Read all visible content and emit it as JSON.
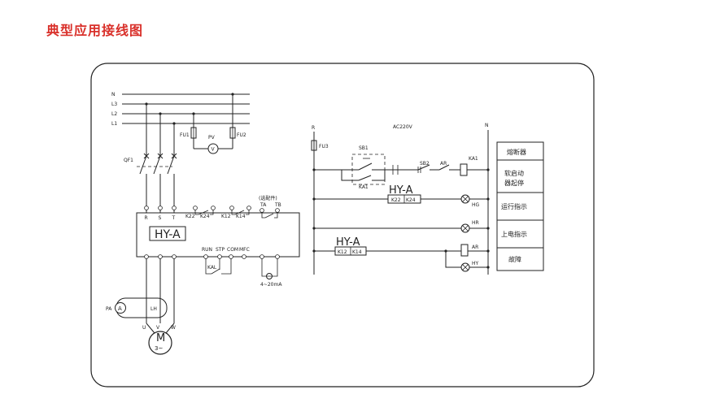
{
  "page": {
    "title": "典型应用接线图"
  },
  "power": {
    "lines": [
      "N",
      "L3",
      "L2",
      "L1"
    ],
    "breaker": "QF1",
    "fuse1": "FU1",
    "fuse2": "FU2",
    "voltmeter": "PV",
    "voltmeter_symbol": "V"
  },
  "starter": {
    "label": "HY-A",
    "inputs": [
      "R",
      "S",
      "T"
    ],
    "relays": [
      "K22",
      "K24",
      "K12",
      "K14"
    ],
    "option_label": "(选配件)",
    "option_terms": [
      "TA",
      "TB"
    ],
    "controls": [
      "RUN",
      "STP",
      "COM",
      "MFC"
    ],
    "kal": "KAL",
    "analog": "4~20mA"
  },
  "motor": {
    "ammeter": "PA",
    "ammeter_symbol": "A",
    "ct": "LH",
    "terms": [
      "U",
      "V",
      "W"
    ],
    "symbol_top": "M",
    "symbol_bottom": "3~"
  },
  "control": {
    "fuse": "FU3",
    "supply": "AC220V",
    "r_label": "R",
    "n_label": "N",
    "sb1": "SB1",
    "ka1_contact": "KA1",
    "sb2": "SB2",
    "ar_contact": "AR",
    "ka1_coil": "KA1",
    "hya1": "HY-A",
    "hya1_relays": [
      "K22",
      "K24"
    ],
    "hg": "HG",
    "hr": "HR",
    "hya2": "HY-A",
    "hya2_relays": [
      "K12",
      "K14"
    ],
    "ar_coil": "AR",
    "hy": "HY"
  },
  "legend": [
    "熔断器",
    "软启动器起停",
    "运行指示",
    "上电指示",
    "故障"
  ]
}
